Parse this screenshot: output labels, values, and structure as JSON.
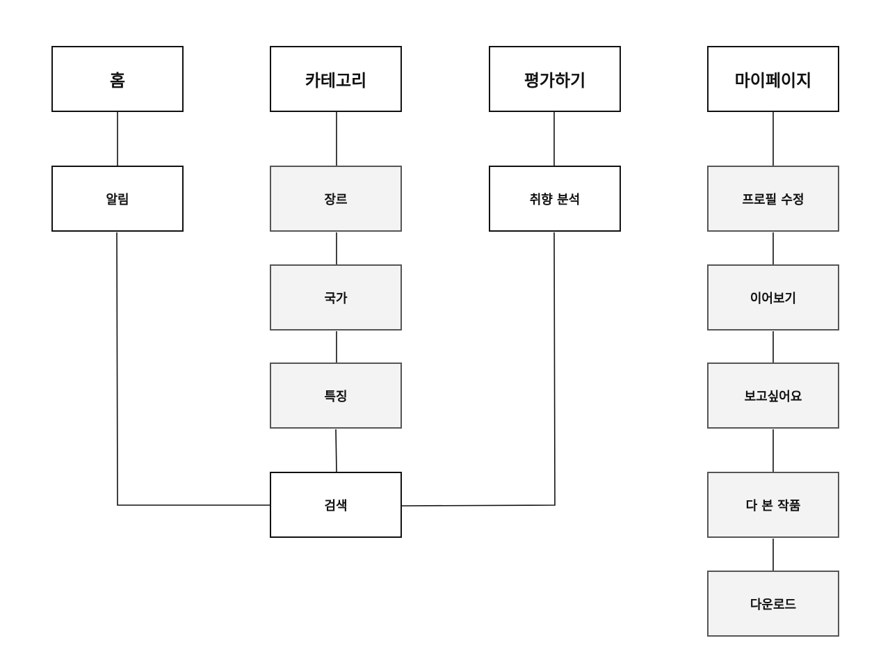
{
  "nodes": {
    "home": "홈",
    "category": "카테고리",
    "rating": "평가하기",
    "mypage": "마이페이지",
    "notification": "알림",
    "genre": "장르",
    "country": "국가",
    "feature": "특징",
    "search": "검색",
    "taste_analysis": "취향 분석",
    "edit_profile": "프로필 수정",
    "continue_watching": "이어보기",
    "want_to_watch": "보고싶어요",
    "watched": "다 본 작품",
    "download": "다운로드"
  },
  "colors": {
    "box_border": "#111111",
    "gray_box_fill": "#f3f3f3",
    "gray_box_border": "#555555",
    "line": "#111111"
  }
}
